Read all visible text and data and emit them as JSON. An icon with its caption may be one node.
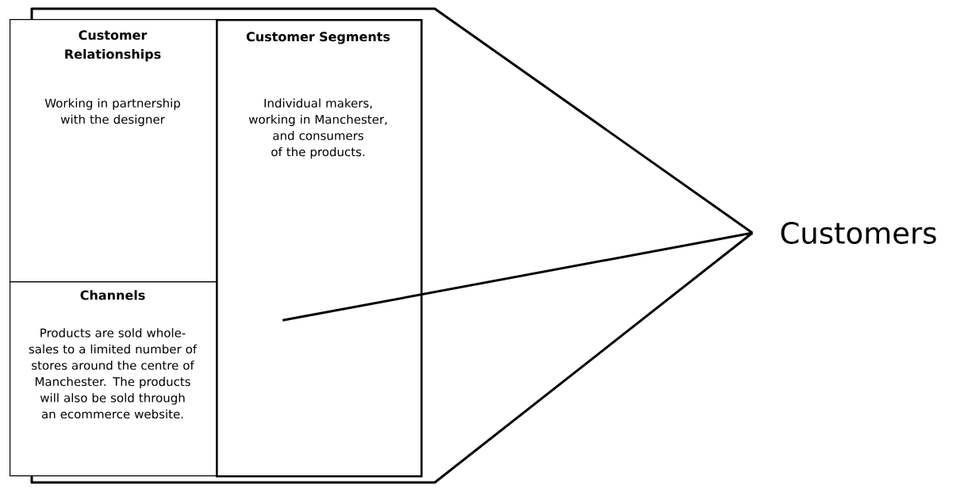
{
  "diagram": {
    "nodes": [
      {
        "text": [
          "Customer Relationships",
          "Working in partnership with the designer"
        ]
      },
      {
        "text": [
          "Customer Segments",
          "Individual makers, working in Manchester, and consumers of the products."
        ]
      },
      {
        "text": [
          "Channels",
          "Products are sold whole-sales to a limited number of stores around the centre of Manchester. The products will also be sold through an ecommerce website."
        ]
      },
      {
        "text": [
          "Customers"
        ]
      }
    ],
    "edges": [
      {
        "from": 3,
        "to": 0,
        "arrow": "none"
      },
      {
        "from": 3,
        "to": 1,
        "arrow": "none"
      },
      {
        "from": 3,
        "to": 2,
        "arrow": "none"
      }
    ]
  }
}
